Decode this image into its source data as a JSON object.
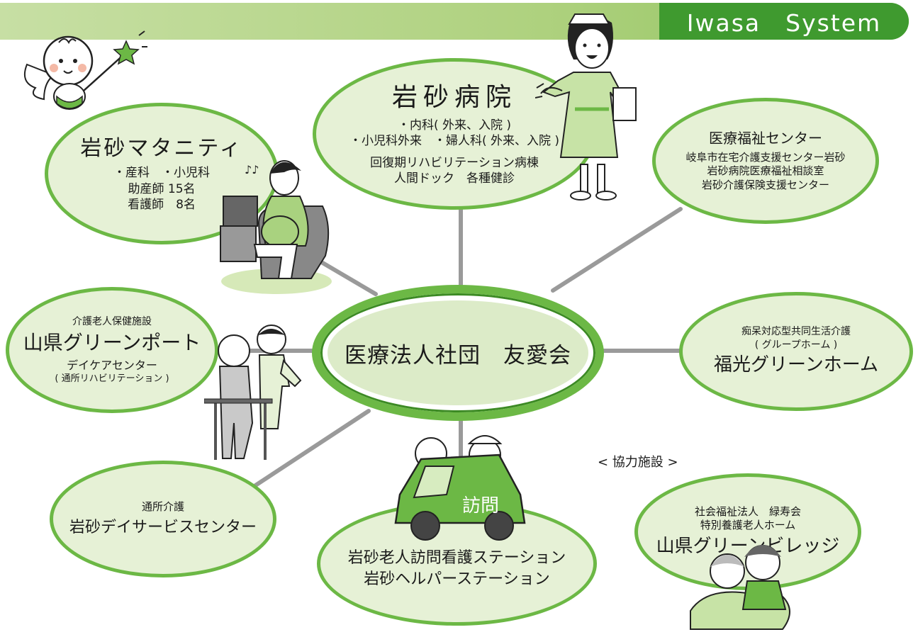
{
  "header": {
    "brand": "Iwasa　System"
  },
  "center": {
    "label": "医療法人社団　友愛会"
  },
  "nodes": {
    "hospital": {
      "title": "岩砂病院",
      "lines": [
        "・内科( 外来、入院 )",
        "・小児科外来　・婦人科( 外来、入院 )",
        "回復期リハビリテーション病棟",
        "人間ドック　各種健診"
      ]
    },
    "maternity": {
      "title": "岩砂マタニティ",
      "lines": [
        "・産科　・小児科",
        "助産師 15名",
        "看護師　8名"
      ]
    },
    "welfare": {
      "title": "医療福祉センター",
      "lines": [
        "岐阜市在宅介護支援センター岩砂",
        "岩砂病院医療福祉相談室",
        "岩砂介護保険支援センター"
      ]
    },
    "greenport": {
      "pre": "介護老人保健施設",
      "title": "山県グリーンポート",
      "lines": [
        "デイケアセンター",
        "( 通所リハビリテーション )"
      ]
    },
    "grouphome": {
      "pre": "痴呆対応型共同生活介護",
      "sub": "( グループホーム )",
      "title": "福光グリーンホーム"
    },
    "dayservice": {
      "pre": "通所介護",
      "title": "岩砂デイサービスセンター"
    },
    "visiting": {
      "lines": [
        "岩砂老人訪問看護ステーション",
        "岩砂ヘルパーステーション"
      ]
    },
    "village": {
      "pre1": "社会福祉法人　緑寿会",
      "pre2": "特別養護老人ホーム",
      "title": "山県グリーンビレッジ"
    }
  },
  "cooperation_label": "< 協力施設 >",
  "car_sign": "訪問",
  "colors": {
    "accent": "#6cb845",
    "dark_green": "#3f9a2f",
    "fill": "#e6f1d6",
    "connector": "#9a9a9a"
  }
}
